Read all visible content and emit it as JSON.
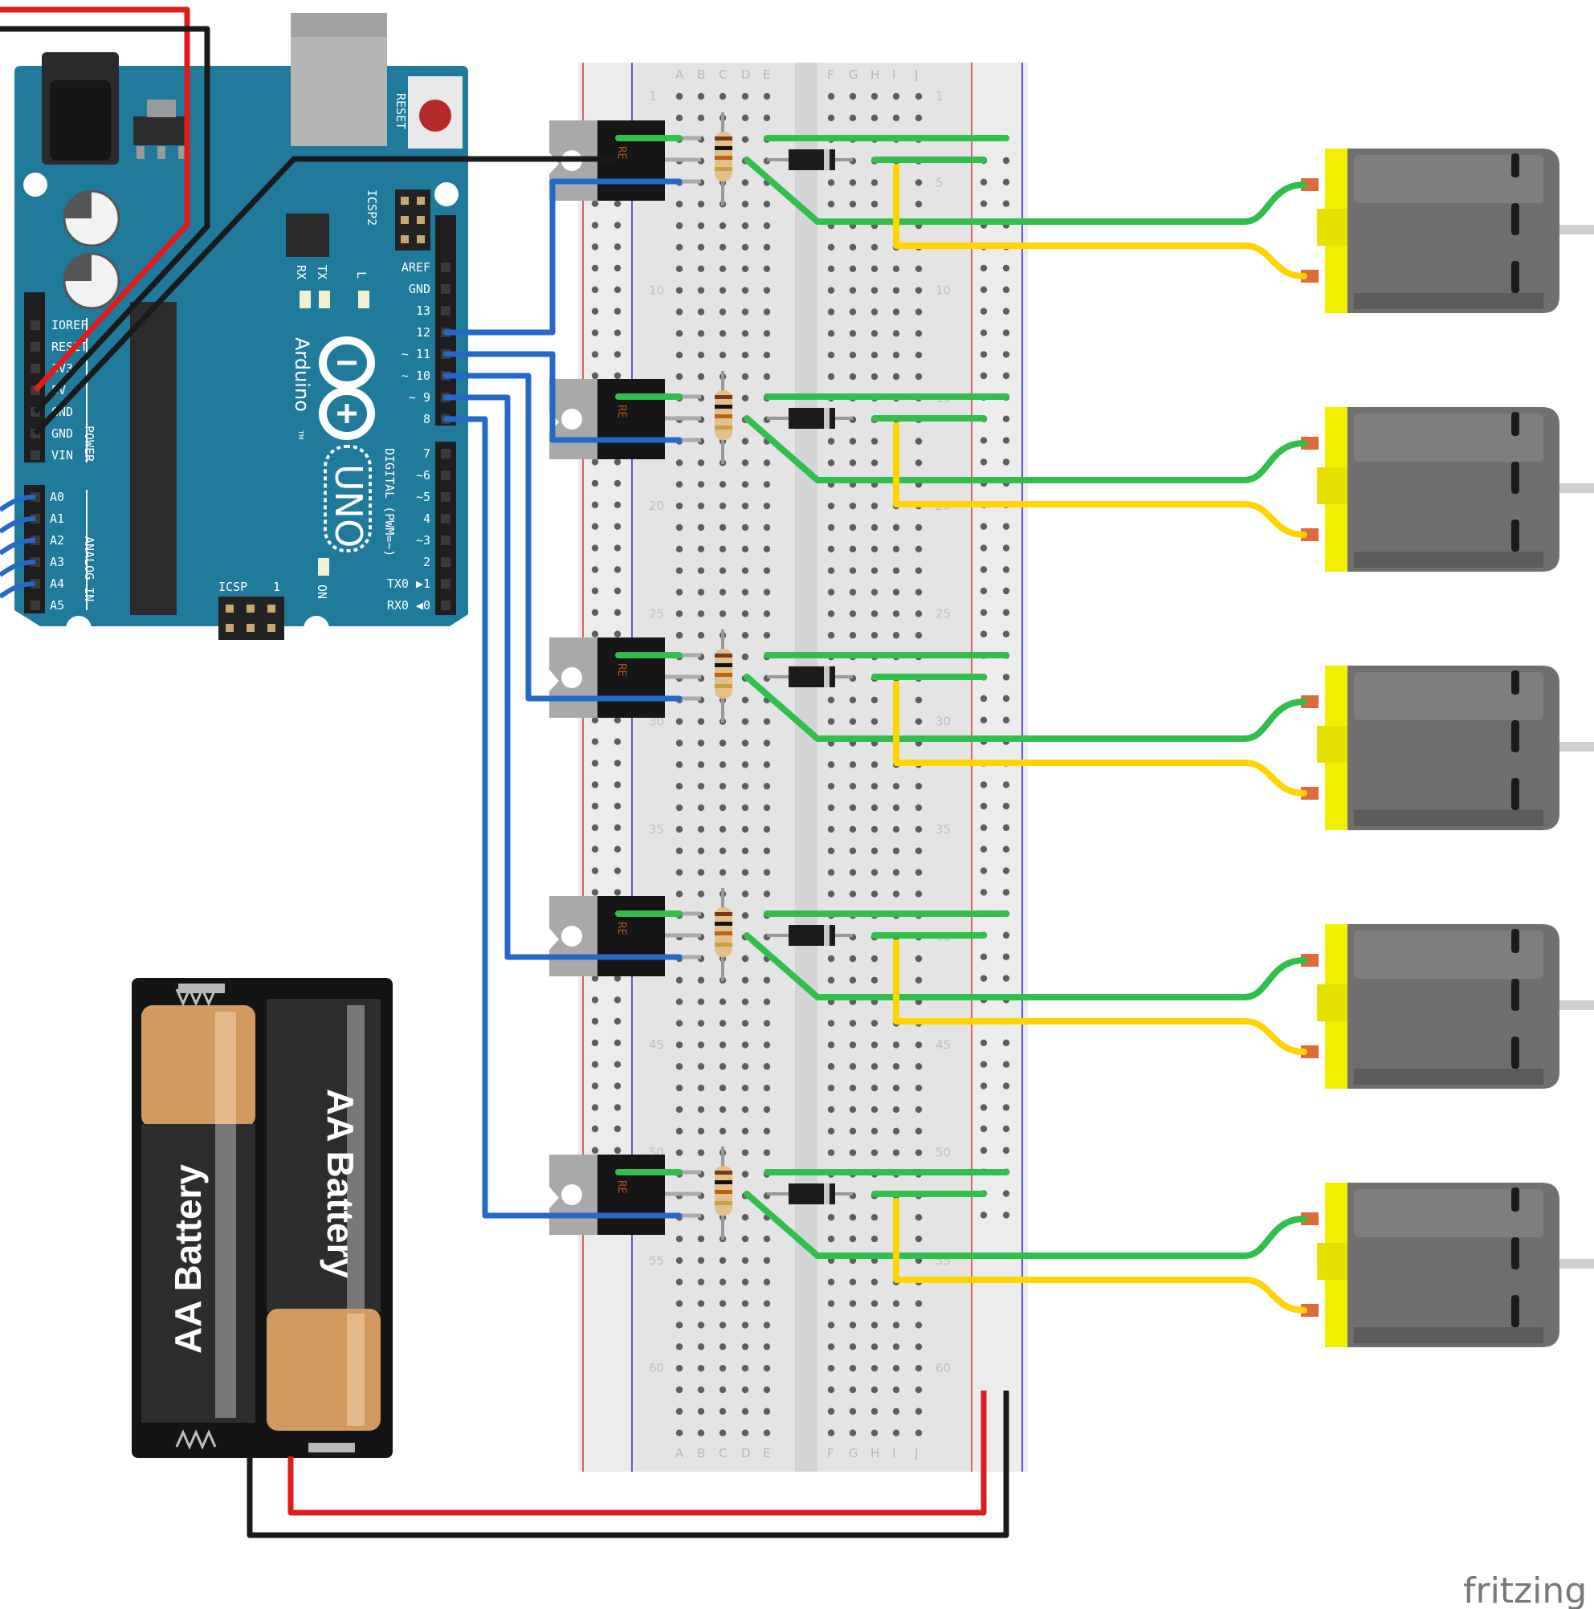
{
  "arduino": {
    "reset": "RESET",
    "icsp2": "ICSP2",
    "icsp": "ICSP",
    "icsp_pin1": "1",
    "tx": "TX",
    "rx": "RX",
    "l": "L",
    "on": "ON",
    "brand": "Arduino",
    "tm": "TM",
    "model": "UNO",
    "digital": "DIGITAL (PWM=~)",
    "power": "POWER",
    "analog": "ANALOG IN",
    "power_pins": [
      "IOREF",
      "RESET",
      "3V3",
      "5V",
      "GND",
      "GND",
      "VIN"
    ],
    "analog_pins": [
      "A0",
      "A1",
      "A2",
      "A3",
      "A4",
      "A5"
    ],
    "digital_pins_upper": [
      "AREF",
      "GND",
      "13",
      "12",
      "~ 11",
      "~ 10",
      "~ 9",
      "8"
    ],
    "digital_pins_lower": [
      "7",
      "~6",
      "~5",
      "4",
      "~3",
      "2",
      "TX0 ▶1",
      "RX0 ◀0"
    ]
  },
  "breadboard": {
    "column_letters_left": [
      "A",
      "B",
      "C",
      "D",
      "E"
    ],
    "column_letters_right": [
      "F",
      "G",
      "H",
      "I",
      "J"
    ],
    "row_numbers": [
      "1",
      "5",
      "10",
      "15",
      "20",
      "25",
      "30",
      "35",
      "40",
      "45",
      "50",
      "55",
      "60"
    ]
  },
  "transistor": {
    "marking": "RE"
  },
  "battery": {
    "cell_1": "AA Battery",
    "cell_2": "AA Battery"
  },
  "watermark": "fritzing",
  "colors": {
    "arduino_board": "#1f7a9c",
    "breadboard": "#e4e4e4",
    "wire_green": "#2fbf4a",
    "wire_yellow": "#ffd400",
    "wire_blue": "#2469c9",
    "wire_red": "#e01b1b",
    "wire_black": "#1a1a1a",
    "motor_body": "#6f6f6f",
    "motor_mount": "#f2f000",
    "battery_copper": "#d29a5f"
  }
}
